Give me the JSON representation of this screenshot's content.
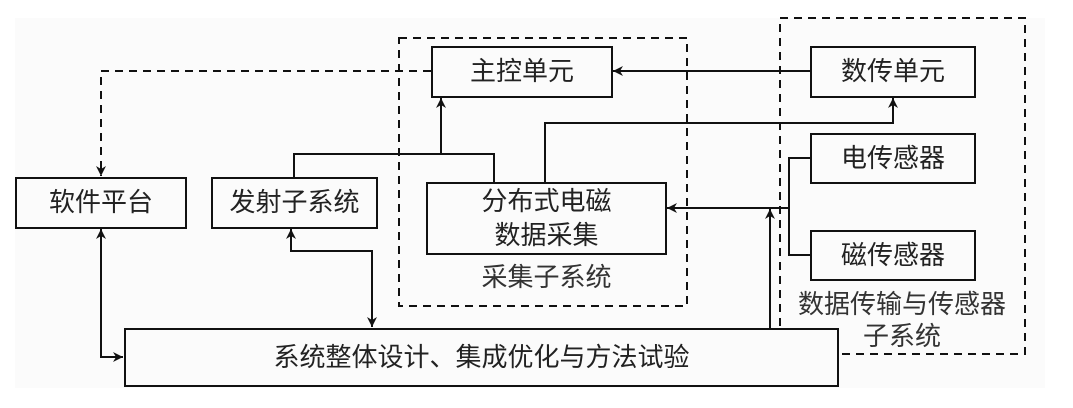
{
  "diagram": {
    "nodes": {
      "software_platform": "软件平台",
      "transmitter_subsystem": "发射子系统",
      "main_control_unit": "主控单元",
      "distributed_em_acquisition_line1": "分布式电磁",
      "distributed_em_acquisition_line2": "数据采集",
      "data_transmission_unit": "数传单元",
      "electric_sensor": "电传感器",
      "magnetic_sensor": "磁传感器",
      "system_design": "系统整体设计、集成优化与方法试验"
    },
    "groups": {
      "acquisition_subsystem": "采集子系统",
      "transmission_sensor_subsystem_line1": "数据传输与传感器",
      "transmission_sensor_subsystem_line2": "子系统"
    },
    "edges": [
      {
        "from": "main_control_unit",
        "to": "software_platform",
        "style": "dashed"
      },
      {
        "from": "data_transmission_unit",
        "to": "main_control_unit",
        "style": "solid"
      },
      {
        "from": "transmitter_subsystem",
        "to": "main_control_unit",
        "style": "solid"
      },
      {
        "from": "distributed_em_acquisition",
        "to": "main_control_unit",
        "style": "solid"
      },
      {
        "from": "distributed_em_acquisition",
        "to": "data_transmission_unit",
        "style": "solid"
      },
      {
        "from": "electric_sensor",
        "to": "distributed_em_acquisition",
        "style": "solid"
      },
      {
        "from": "magnetic_sensor",
        "to": "distributed_em_acquisition",
        "style": "solid"
      },
      {
        "from": "software_platform",
        "to": "system_design",
        "style": "solid",
        "bidirectional": true
      },
      {
        "from": "transmitter_subsystem",
        "to": "system_design",
        "style": "solid",
        "bidirectional": true
      },
      {
        "from": "sensors",
        "to": "system_design",
        "style": "solid",
        "bidirectional": true
      }
    ]
  }
}
